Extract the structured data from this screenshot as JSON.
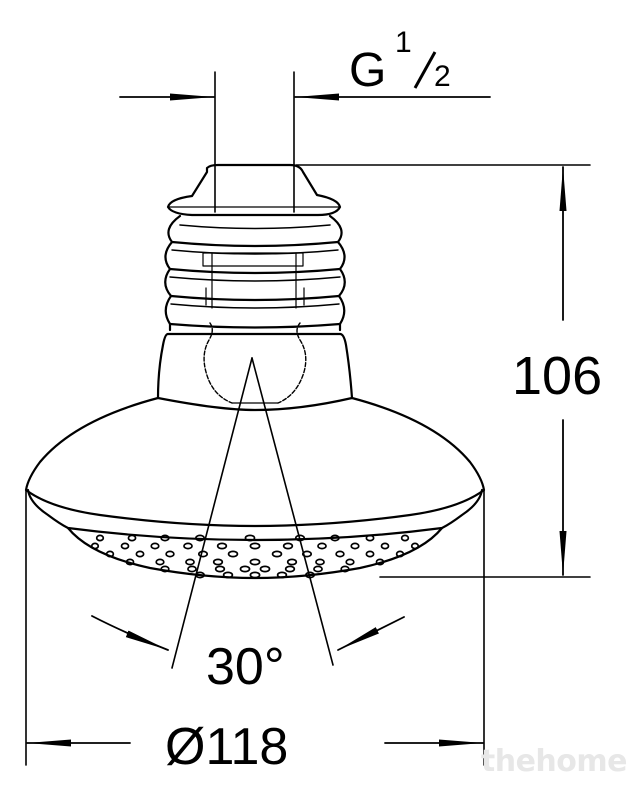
{
  "dimensions": {
    "thread_main": "G",
    "thread_num": "1",
    "thread_den": "2",
    "height": "106",
    "spray_angle": "30°",
    "diameter": "Ø118"
  },
  "watermark": "thehome",
  "colors": {
    "line": "#000000",
    "background": "#ffffff",
    "watermark": "#e7e7e7"
  }
}
